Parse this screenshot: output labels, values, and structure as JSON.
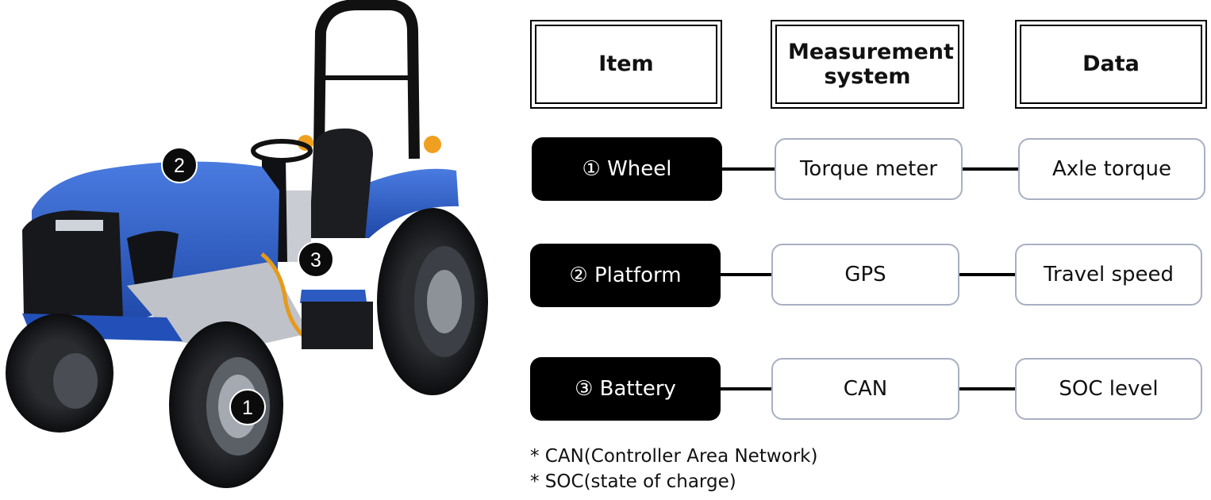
{
  "headers": {
    "item": "Item",
    "measurement": "Measurement system",
    "data": "Data"
  },
  "rows": [
    {
      "item": "① Wheel",
      "system": "Torque meter",
      "data": "Axle torque"
    },
    {
      "item": "② Platform",
      "system": "GPS",
      "data": "Travel speed"
    },
    {
      "item": "③ Battery",
      "system": "CAN",
      "data": "SOC level"
    }
  ],
  "markers": [
    "1",
    "2",
    "3"
  ],
  "footnotes": [
    "* CAN(Controller Area Network)",
    "* SOC(state of charge)"
  ],
  "colors": {
    "tractor_body": "#2f5fc0",
    "tractor_dark": "#16181d",
    "box_border": "#a8b0c2",
    "item_fill": "#000000"
  }
}
